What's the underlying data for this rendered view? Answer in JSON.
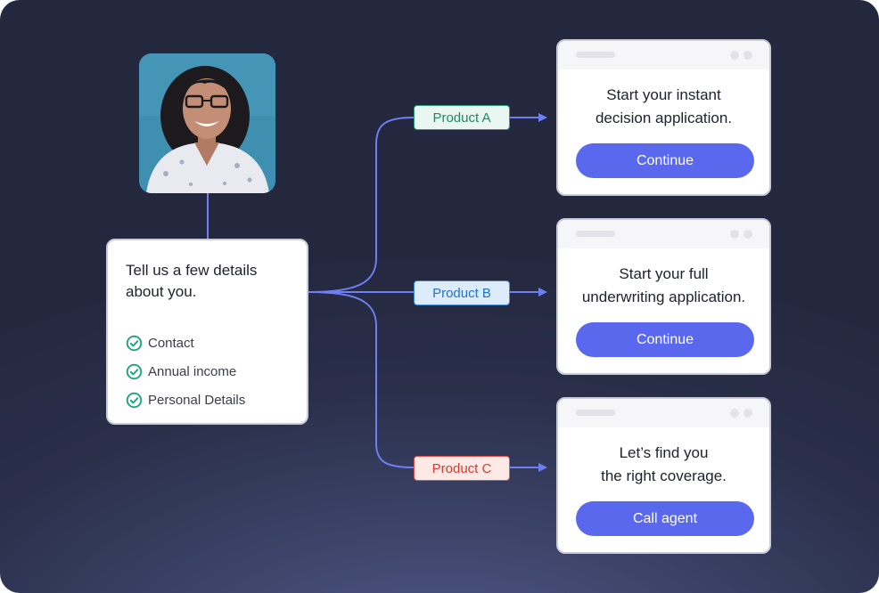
{
  "info_card": {
    "title": "Tell us a few details about you.",
    "items": [
      {
        "label": "Contact"
      },
      {
        "label": "Annual income"
      },
      {
        "label": "Personal Details"
      }
    ]
  },
  "products": [
    {
      "label": "Product A",
      "color": "#1d8a64"
    },
    {
      "label": "Product B",
      "color": "#2272c4"
    },
    {
      "label": "Product C",
      "color": "#d23b32"
    }
  ],
  "cards": [
    {
      "line1": "Start your instant",
      "line2": "decision application.",
      "button": "Continue"
    },
    {
      "line1": "Start your full",
      "line2": "underwriting application.",
      "button": "Continue"
    },
    {
      "line1": "Let’s find you",
      "line2": "the right coverage.",
      "button": "Call agent"
    }
  ],
  "colors": {
    "accent": "#5a68ee",
    "connector": "#6f7ef2",
    "check": "#1aa37a"
  }
}
